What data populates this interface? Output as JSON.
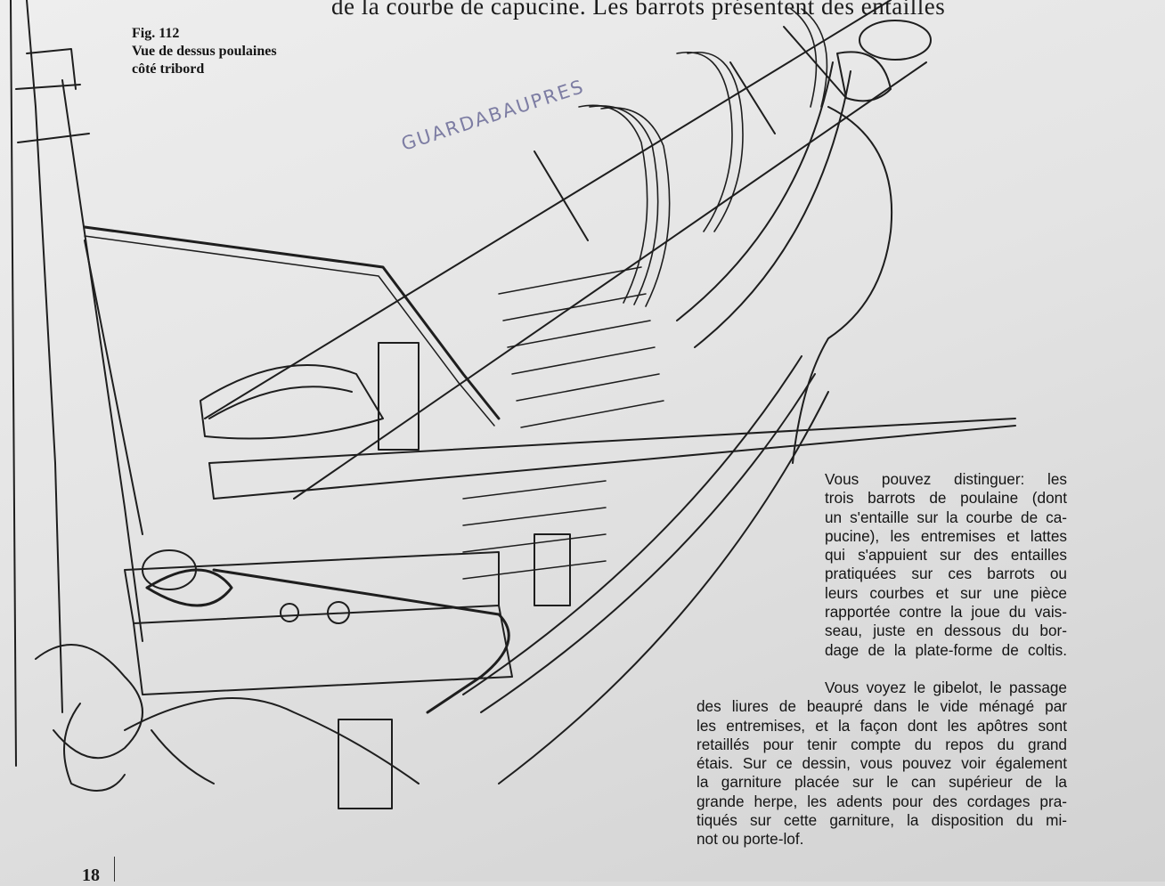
{
  "header": {
    "continuation_line": "de la courbe de capucine. Les barrots présentent des entailles"
  },
  "figure": {
    "caption_label": "Fig. 112",
    "caption_line1": "Vue de dessus poulaines",
    "caption_line2": "côté tribord",
    "handwritten_annotation": "GUARDABAUPRES",
    "illustration_subject": "ship-bow-headrails-starboard-top-view"
  },
  "text": {
    "column_right": [
      "Vous pouvez distinguer: les",
      "trois barrots de poulaine (dont",
      "un s'entaille sur la courbe de ca-",
      "pucine), les entremises et lattes",
      "qui s'appuient sur des entailles",
      "pratiquées sur ces barrots ou",
      "leurs courbes et sur une pièce",
      "rapportée contre la joue du vais-",
      "seau, juste en dessous du bor-",
      "dage de la plate-forme de coltis."
    ],
    "column_wide": [
      "Vous voyez le gibelot, le passage",
      "des liures de beaupré dans le vide ménagé par",
      "les entremises, et la façon dont les apôtres sont",
      "retaillés pour tenir compte du repos du grand",
      "étais. Sur ce dessin, vous pouvez voir également",
      "la garniture placée sur le can supérieur de la",
      "grande herpe, les adents pour des cordages pra-",
      "tiqués sur cette garniture, la disposition du mi-",
      "not ou porte-lof."
    ]
  },
  "footer": {
    "page_number": "18"
  },
  "colors": {
    "paper": "#e8e8e8",
    "ink": "#151515",
    "pencil": "#7d7da3"
  }
}
